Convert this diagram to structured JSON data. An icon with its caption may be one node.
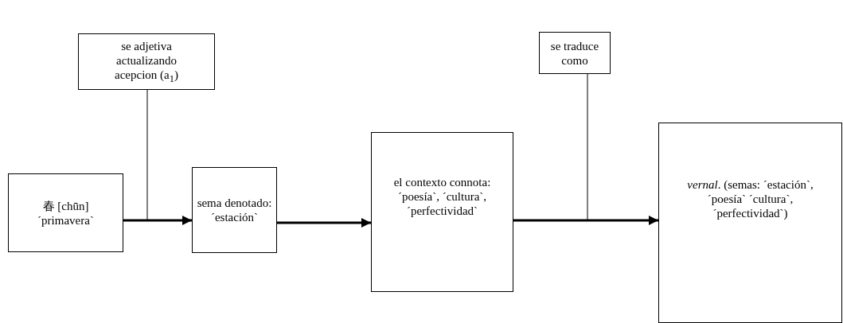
{
  "diagram": {
    "nodes": [
      {
        "text": [
          "春 [chūn] ´primavera`"
        ]
      },
      {
        "text": [
          "sema denotado: ´estación`"
        ]
      },
      {
        "text": [
          "el contexto connota: ´poesía`, ´cultura`, ´perfectividad`"
        ]
      },
      {
        "text": [
          "*vernal*. (semas: ´estación`, ´poesía` ´cultura`, ´perfectividad`)"
        ]
      },
      {
        "text": [
          "se adjetiva actualizando acepcion (a$_{1}$)"
        ]
      },
      {
        "text": [
          "se traduce como"
        ]
      }
    ],
    "edges": [
      {
        "from": 0,
        "to": 1,
        "arrow": "to"
      },
      {
        "from": 1,
        "to": 2,
        "arrow": "to"
      },
      {
        "from": 2,
        "to": 3,
        "arrow": "to"
      },
      {
        "from": 4,
        "to": null,
        "arrow": "none"
      },
      {
        "from": 5,
        "to": null,
        "arrow": "none"
      }
    ]
  }
}
